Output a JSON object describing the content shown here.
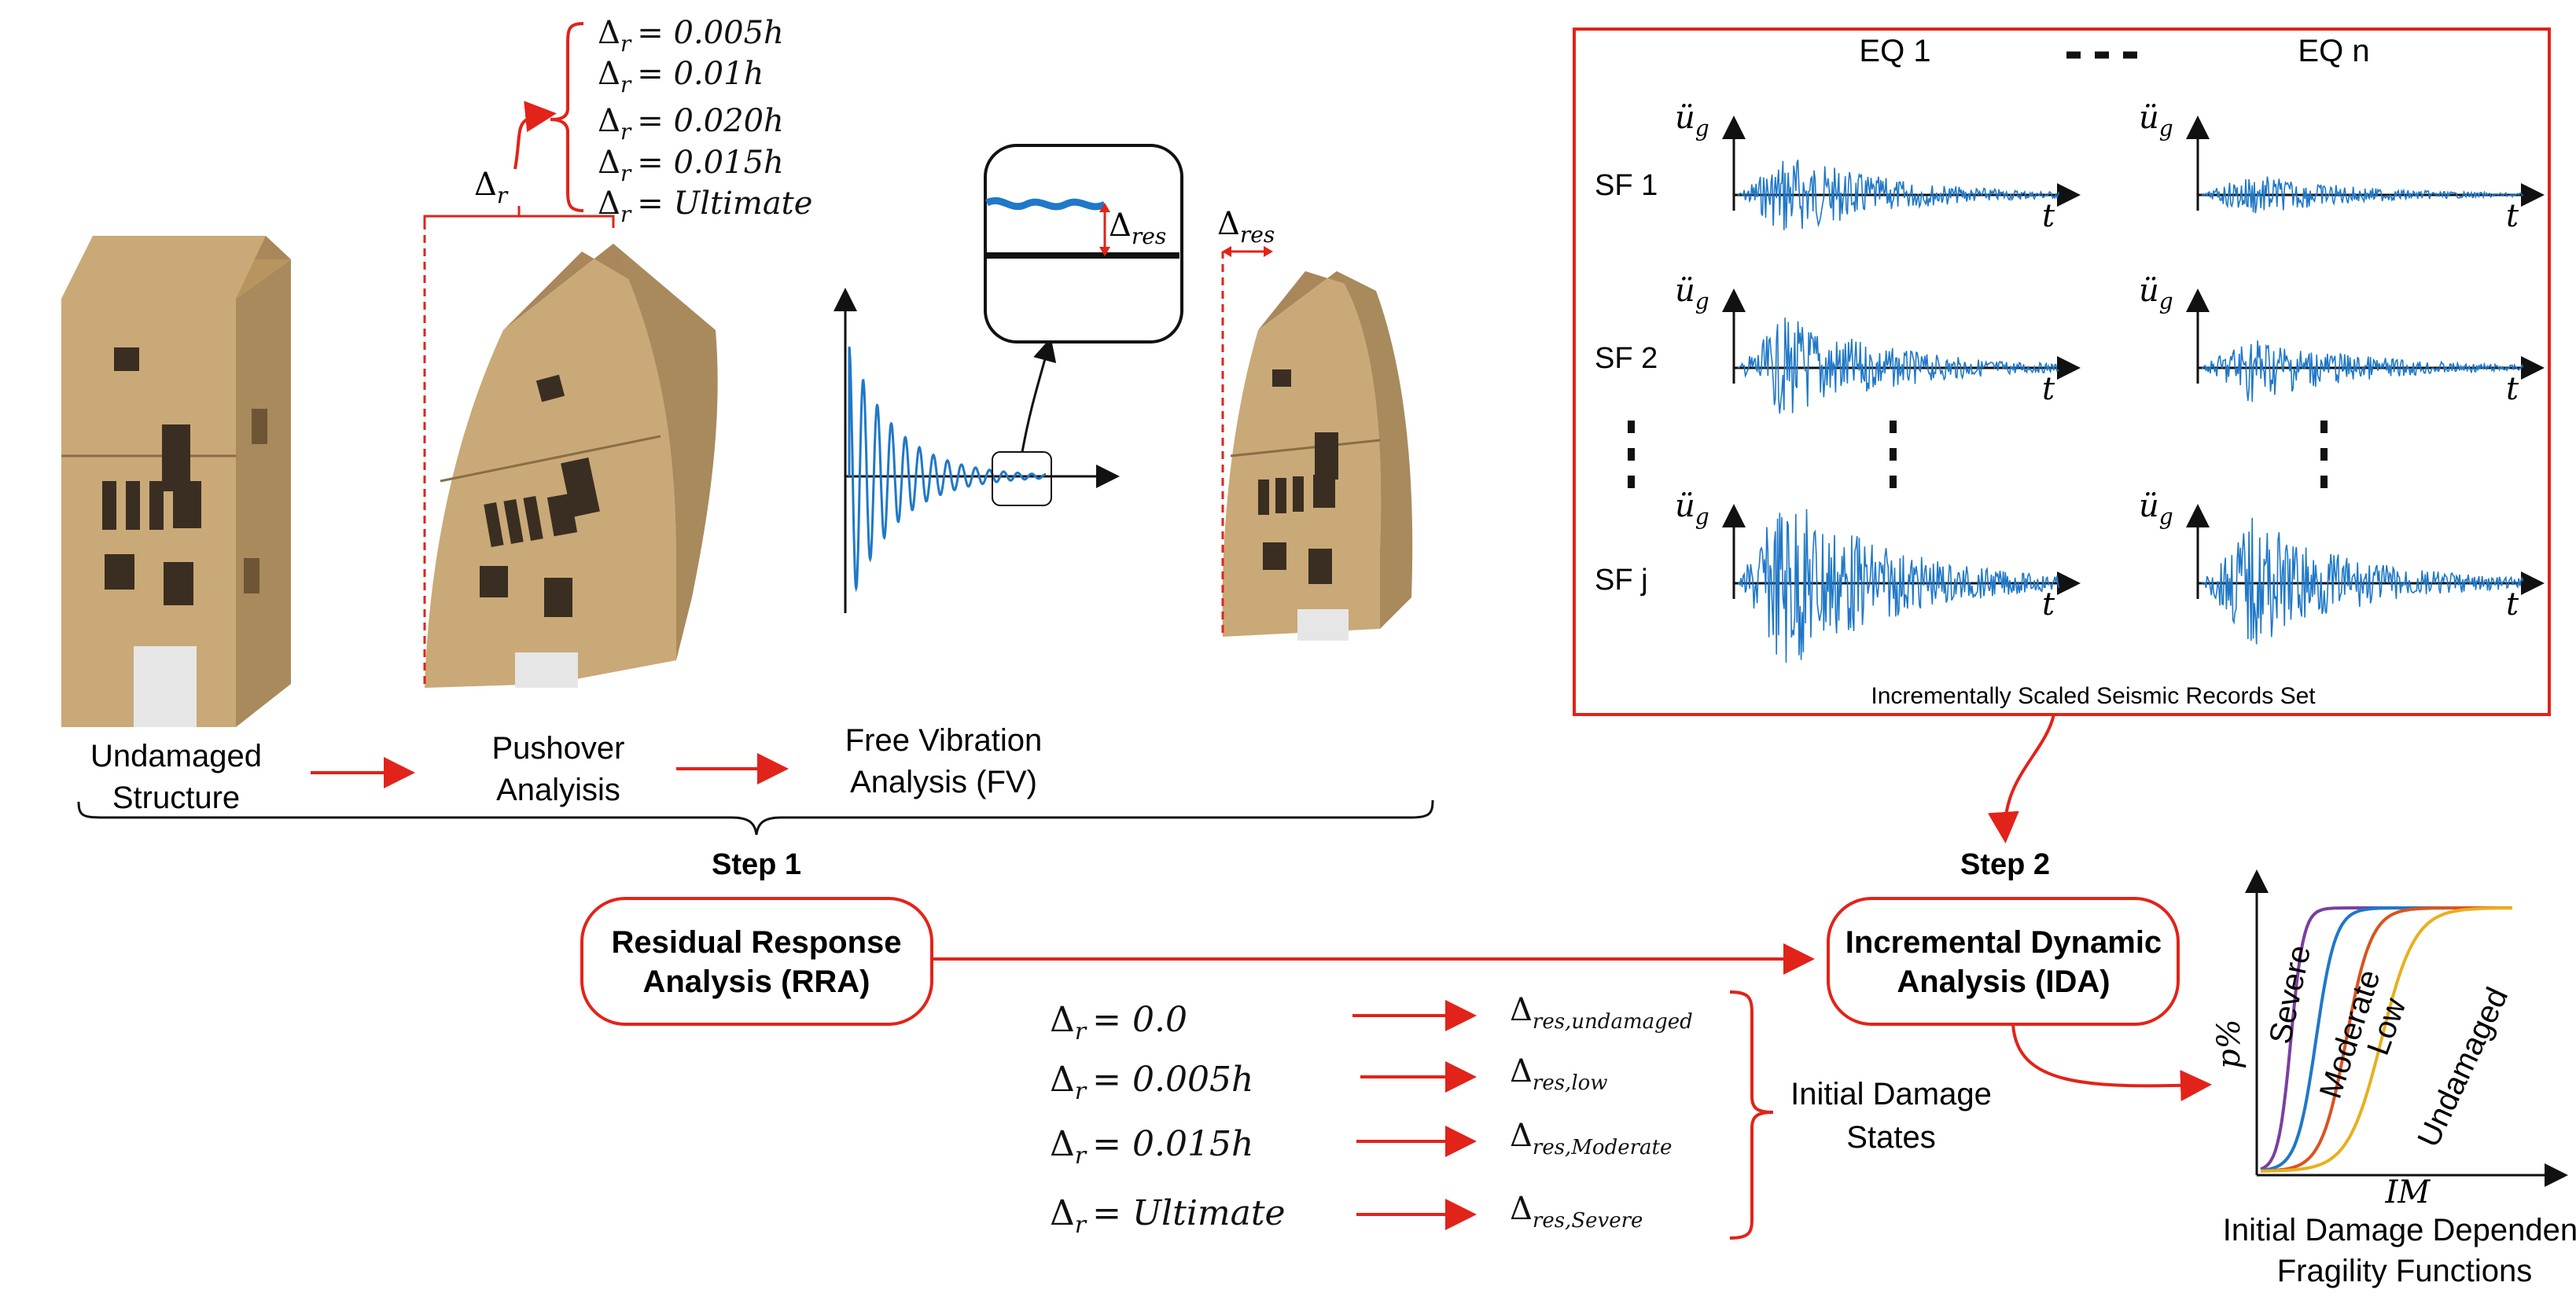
{
  "colors": {
    "accent": "#e2231a",
    "signal": "#1f78c8",
    "wall": "#c9a977",
    "wall_dark": "#8a6d45",
    "window": "#3a2e22",
    "ink": "#111111"
  },
  "step1": {
    "undamaged_l1": "Undamaged",
    "undamaged_l2": "Structure",
    "pushover_l1": "Pushover",
    "pushover_l2": "Analyisis",
    "fv_l1": "Free Vibration",
    "fv_l2": "Analysis (FV)",
    "label": "Step 1",
    "box_l1": "Residual Response",
    "box_l2": "Analysis (RRA)"
  },
  "drifts": {
    "symbol": "Δ",
    "sub": "r",
    "items": [
      "= 0.005h",
      "= 0.01h",
      "= 0.020h",
      "= 0.015h",
      "= Ultimate"
    ]
  },
  "res_label": {
    "main": "Δ",
    "sub": "res"
  },
  "ida_grid": {
    "col1": "EQ 1",
    "col2": "EQ n",
    "rows": [
      "SF 1",
      "SF 2",
      "SF j"
    ],
    "ylabel": "ü",
    "ylabel_sub": "g",
    "xlabel": "t",
    "caption": "Incrementally Scaled Seismic Records Set"
  },
  "step2": {
    "label": "Step 2",
    "box_l1": "Incremental Dynamic",
    "box_l2": "Analysis (IDA)"
  },
  "damage_map": {
    "rows": [
      {
        "lhs": "= 0.0",
        "rhs": "res,undamaged"
      },
      {
        "lhs": "= 0.005h",
        "rhs": "res,low"
      },
      {
        "lhs": "= 0.015h",
        "rhs": "res,Moderate"
      },
      {
        "lhs": "= Ultimate",
        "rhs": "res,Severe"
      }
    ],
    "brace_l1": "Initial Damage",
    "brace_l2": "States"
  },
  "fragility": {
    "ylabel": "p%",
    "xlabel": "IM",
    "curves": [
      "Severe",
      "Moderate",
      "Low",
      "Undamaged"
    ],
    "curve_colors": [
      "#7b3fa0",
      "#1f78c8",
      "#d9541e",
      "#e8b020"
    ],
    "caption_l1": "Initial Damage Dependent",
    "caption_l2": "Fragility  Functions"
  }
}
